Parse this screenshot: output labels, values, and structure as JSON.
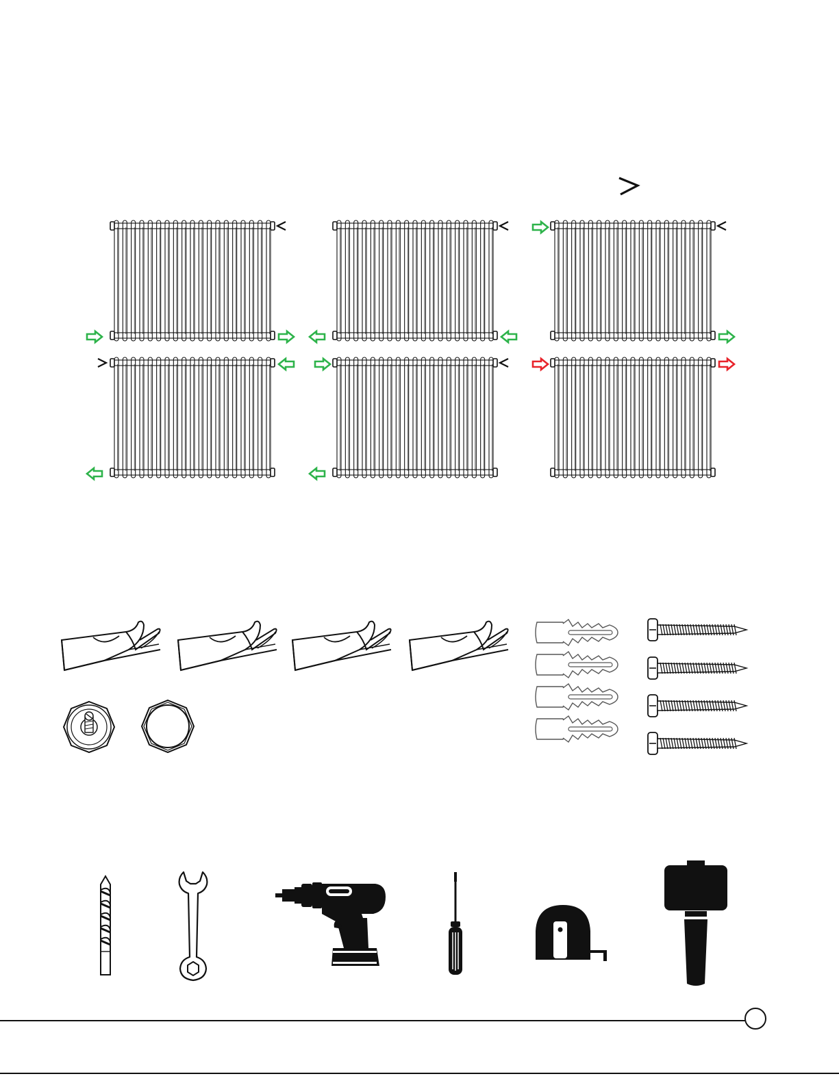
{
  "legend": {
    "icon": "valve-arrow-icon"
  },
  "radiators": [
    {
      "name": "connection-option-1",
      "markers": [
        {
          "icon": "valve-arrow-icon",
          "pos": "top-right"
        },
        {
          "icon": "green-arrow-right-icon",
          "pos": "bottom-left-outside"
        },
        {
          "icon": "green-arrow-right-icon",
          "pos": "bottom-right-outside"
        }
      ]
    },
    {
      "name": "connection-option-2",
      "markers": [
        {
          "icon": "valve-arrow-icon",
          "pos": "top-right"
        },
        {
          "icon": "green-arrow-left-icon",
          "pos": "bottom-left-outside"
        },
        {
          "icon": "green-arrow-left-icon",
          "pos": "bottom-right-outside"
        }
      ]
    },
    {
      "name": "connection-option-3",
      "markers": [
        {
          "icon": "green-arrow-right-icon",
          "pos": "top-left-outside"
        },
        {
          "icon": "valve-arrow-icon",
          "pos": "top-right"
        },
        {
          "icon": "green-arrow-right-icon",
          "pos": "bottom-right-outside"
        }
      ]
    },
    {
      "name": "connection-option-4",
      "markers": [
        {
          "icon": "valve-arrow-icon",
          "pos": "top-left"
        },
        {
          "icon": "green-arrow-left-icon",
          "pos": "top-right-outside"
        },
        {
          "icon": "green-arrow-left-icon",
          "pos": "bottom-left-outside"
        }
      ]
    },
    {
      "name": "connection-option-5",
      "markers": [
        {
          "icon": "green-arrow-right-icon",
          "pos": "top-left-outside"
        },
        {
          "icon": "valve-arrow-icon",
          "pos": "top-right"
        },
        {
          "icon": "green-arrow-left-icon",
          "pos": "bottom-left-outside"
        }
      ]
    },
    {
      "name": "connection-option-6",
      "markers": [
        {
          "icon": "red-arrow-right-icon",
          "pos": "top-left-outside"
        },
        {
          "icon": "red-arrow-right-icon",
          "pos": "top-right-outside"
        }
      ]
    }
  ],
  "parts": {
    "brackets": [
      "wall-bracket-icon",
      "wall-bracket-icon",
      "wall-bracket-icon",
      "wall-bracket-icon"
    ],
    "plugs": [
      "air-vent-valve-icon",
      "blanking-plug-icon"
    ],
    "wall_plugs": [
      "wall-plug-icon",
      "wall-plug-icon",
      "wall-plug-icon",
      "wall-plug-icon"
    ],
    "screws": [
      "screw-icon",
      "screw-icon",
      "screw-icon",
      "screw-icon"
    ]
  },
  "tools": [
    "drill-bit-icon",
    "spanner-icon",
    "cordless-drill-icon",
    "screwdriver-icon",
    "tape-measure-icon",
    "rubber-mallet-icon"
  ],
  "colors": {
    "green_arrow": "#2db34a",
    "red_arrow": "#e8232a",
    "line": "#111111"
  }
}
